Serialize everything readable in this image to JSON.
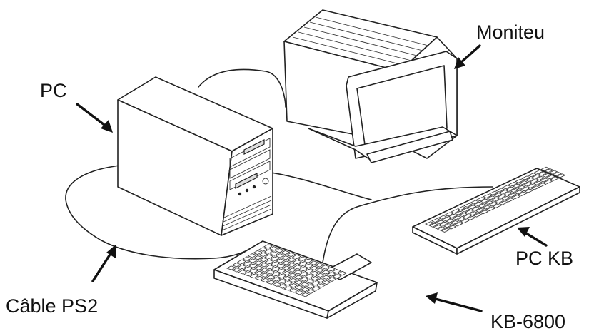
{
  "labels": {
    "pc": "PC",
    "monitor": "Moniteu",
    "pc_keyboard": "PC KB",
    "kb6800": "KB-6800",
    "ps2_cable": "Câble PS2"
  }
}
